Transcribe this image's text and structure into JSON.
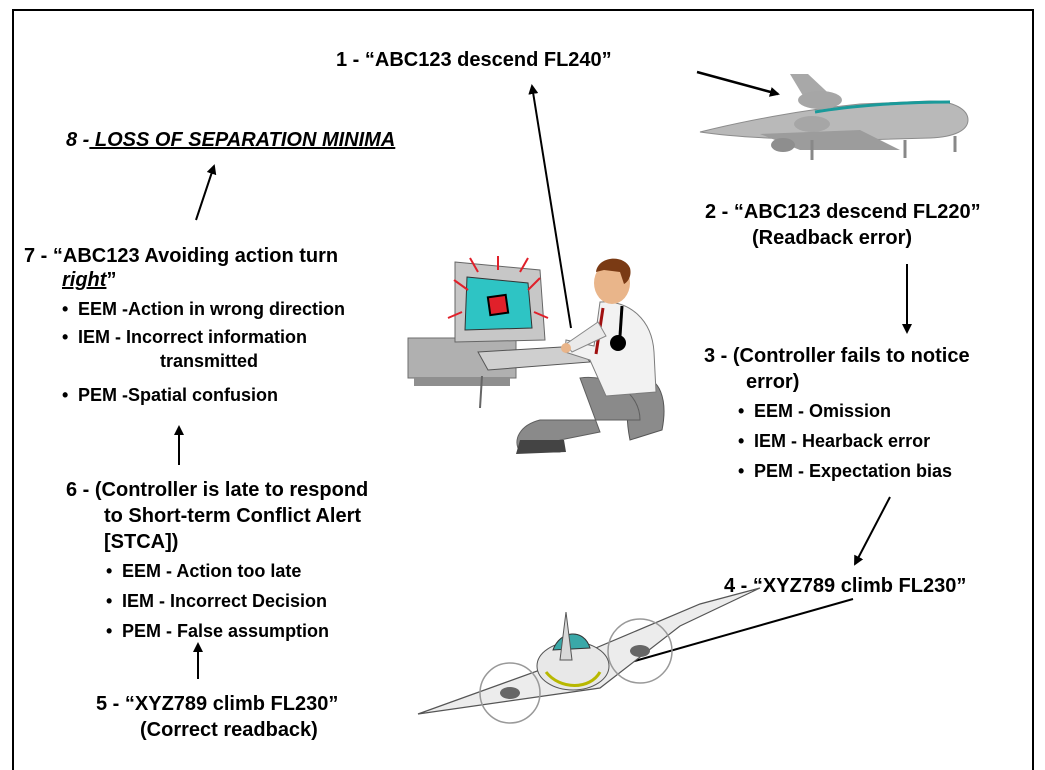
{
  "steps": {
    "s1": "1 - “ABC123 descend FL240”",
    "s2": "2 - “ABC123 descend FL220”",
    "s2b": "(Readback error)",
    "s3": "3 - (Controller fails to notice",
    "s3b": "error)",
    "s3_items": [
      "EEM - Omission",
      "IEM  - Hearback error",
      "PEM - Expectation bias"
    ],
    "s4": "4 - “XYZ789 climb FL230”",
    "s5": "5 - “XYZ789 climb FL230”",
    "s5b": "(Correct readback)",
    "s6": "6 - (Controller is late to respond",
    "s6b": "to Short-term Conflict Alert",
    "s6c": "[STCA])",
    "s6_items": [
      "EEM - Action too late",
      "IEM  - Incorrect Decision",
      "PEM - False assumption"
    ],
    "s7a": "7 - “ABC123 Avoiding action turn",
    "s7b_word": "right",
    "s7b_end": "”",
    "s7_items": [
      "EEM -Action in wrong direction",
      "IEM  - Incorrect information",
      "PEM -Spatial confusion"
    ],
    "s7_item2_cont": "transmitted",
    "s8_num": "8 -",
    "s8_text": " LOSS OF SEPARATION MINIMA"
  },
  "bullet_char": "•",
  "colors": {
    "jet_body": "#b9b9b9",
    "jet_stripe": "#1a9a9a",
    "monitor_screen": "#2ec4c4",
    "alert_red": "#e0202a",
    "shirt": "#f2f2f2",
    "pants": "#8a8a8a",
    "hair": "#7a3a14",
    "skin": "#e9b58a",
    "prop_cockpit": "#3aa8a8"
  }
}
